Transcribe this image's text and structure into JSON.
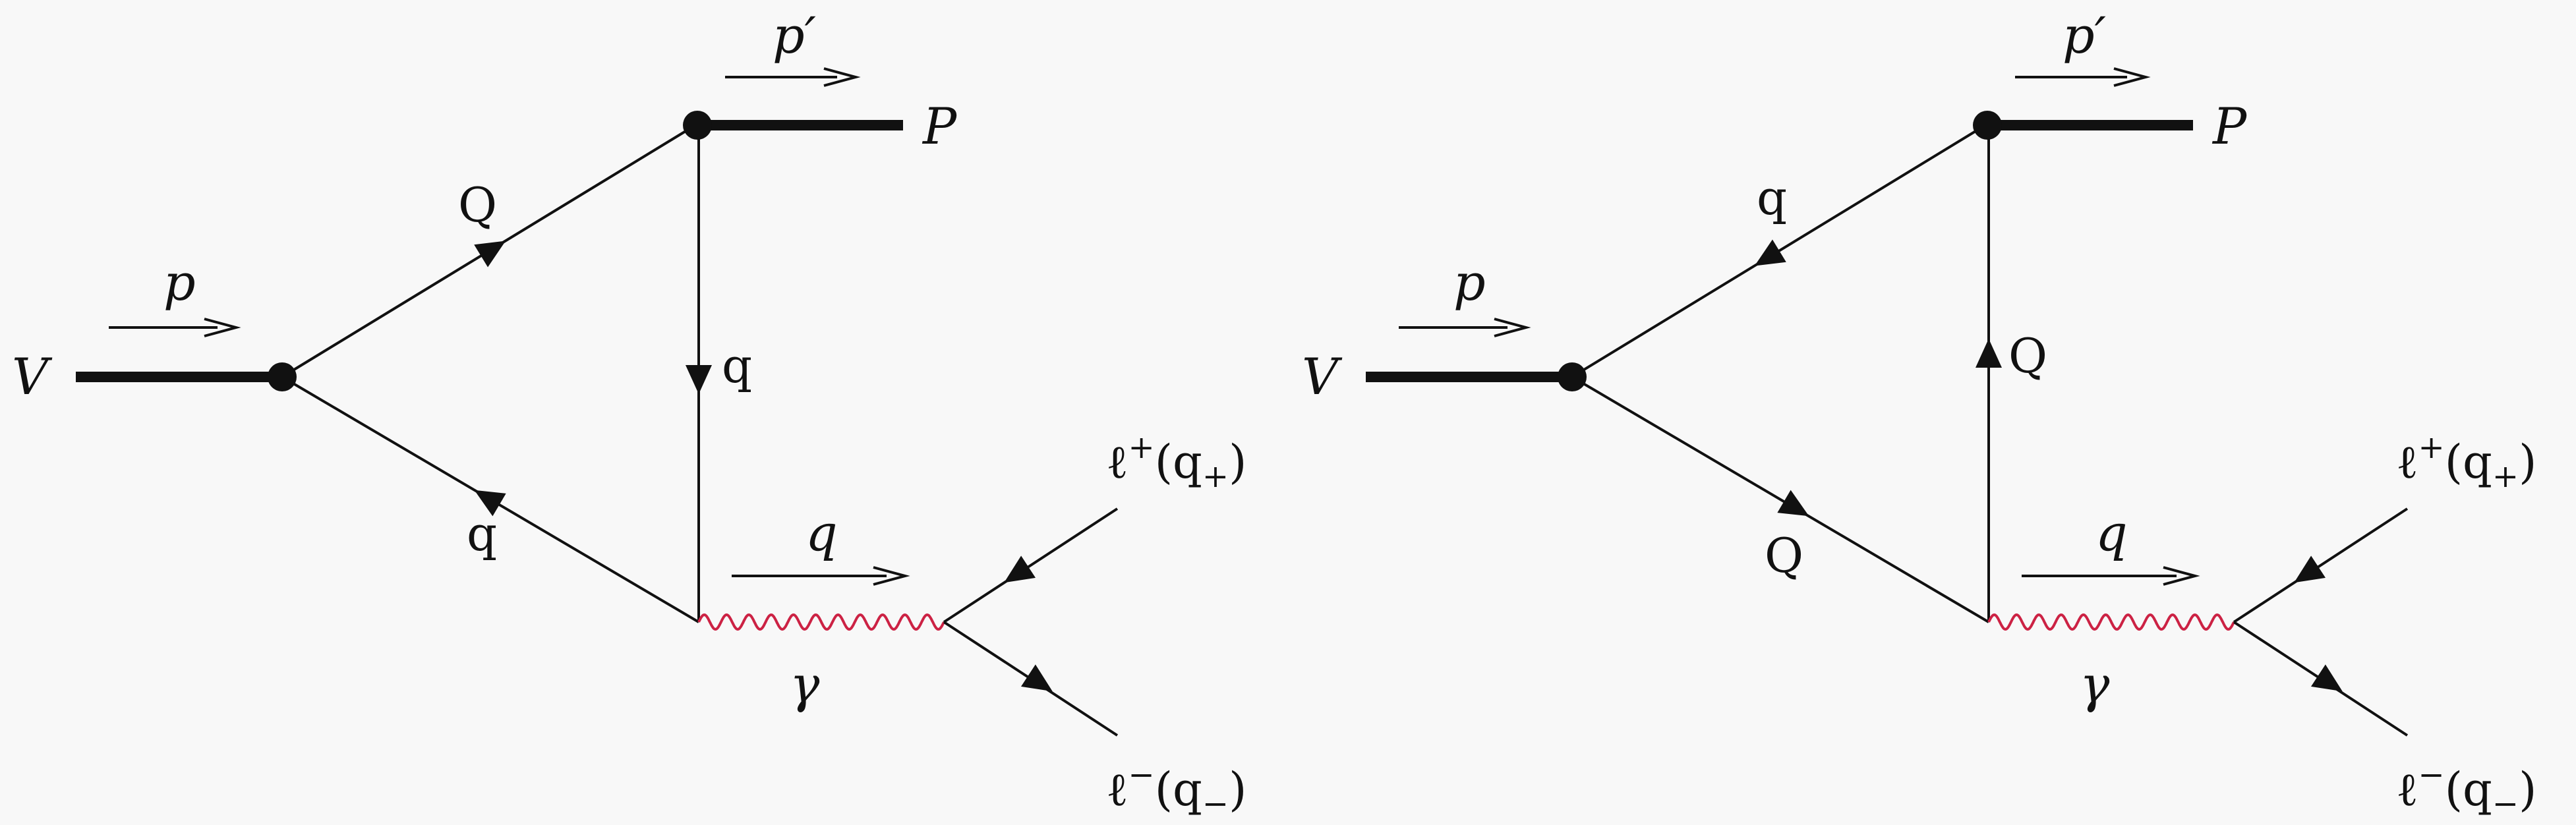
{
  "colors": {
    "line": "#111111",
    "photon": "#cc2244",
    "background": "#f8f8f8"
  },
  "diagrams": [
    {
      "labels": {
        "vector": "V",
        "pseudoscalar": "P",
        "p": "p",
        "p_prime": "p′",
        "q_mom": "q",
        "gamma": "γ",
        "upper_quark": "Q",
        "lower_quark": "q",
        "vertical_quark": "q",
        "ell_plus": "ℓ",
        "ell_plus_sup": "+",
        "ell_plus_arg": "(q",
        "ell_plus_argsub": "+",
        "ell_plus_close": ")",
        "ell_minus": "ℓ",
        "ell_minus_sup": "−",
        "ell_minus_arg": "(q",
        "ell_minus_argsub": "−",
        "ell_minus_close": ")"
      }
    },
    {
      "labels": {
        "vector": "V",
        "pseudoscalar": "P",
        "p": "p",
        "p_prime": "p′",
        "q_mom": "q",
        "gamma": "γ",
        "upper_quark": "q",
        "lower_quark": "Q",
        "vertical_quark": "Q",
        "ell_plus": "ℓ",
        "ell_plus_sup": "+",
        "ell_plus_arg": "(q",
        "ell_plus_argsub": "+",
        "ell_plus_close": ")",
        "ell_minus": "ℓ",
        "ell_minus_sup": "−",
        "ell_minus_arg": "(q",
        "ell_minus_argsub": "−",
        "ell_minus_close": ")"
      }
    }
  ]
}
